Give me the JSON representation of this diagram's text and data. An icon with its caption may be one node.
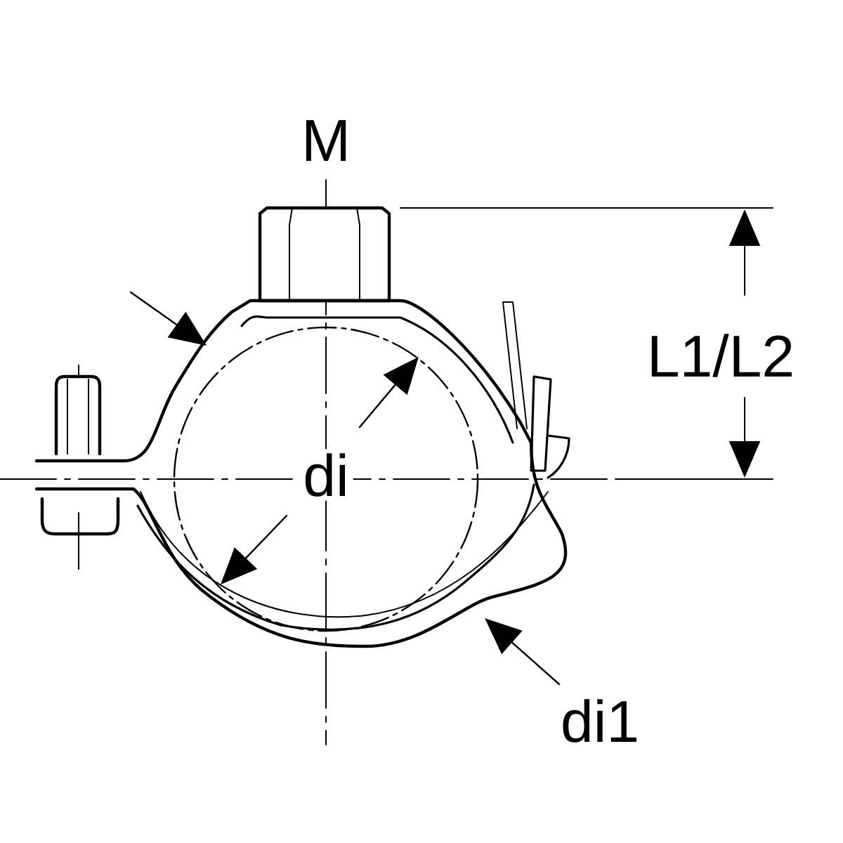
{
  "diagram": {
    "labels": [
      "M",
      "L1/L2",
      "di",
      "di1"
    ]
  }
}
